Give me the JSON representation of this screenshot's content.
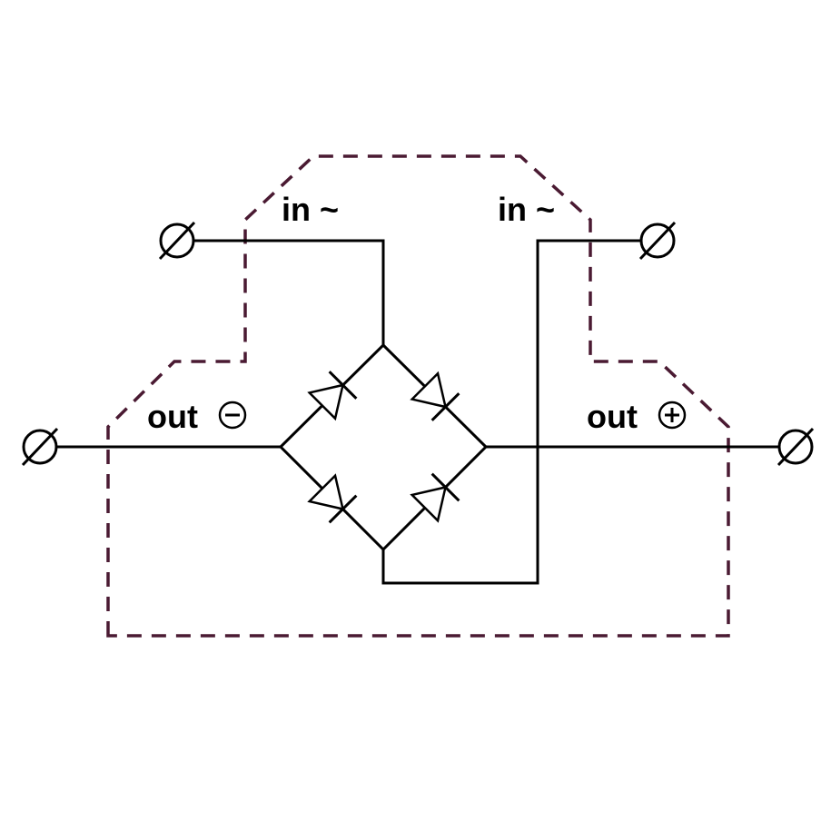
{
  "colors": {
    "outline": "#4a1a32",
    "wire": "#000000",
    "background": "#ffffff"
  },
  "labels": {
    "in_left": "in ~",
    "in_right": "in ~",
    "out_negative": "out",
    "out_positive": "out"
  },
  "icons": {
    "terminal": "terminal-icon",
    "minus": "circled-minus-icon",
    "plus": "circled-plus-icon"
  }
}
